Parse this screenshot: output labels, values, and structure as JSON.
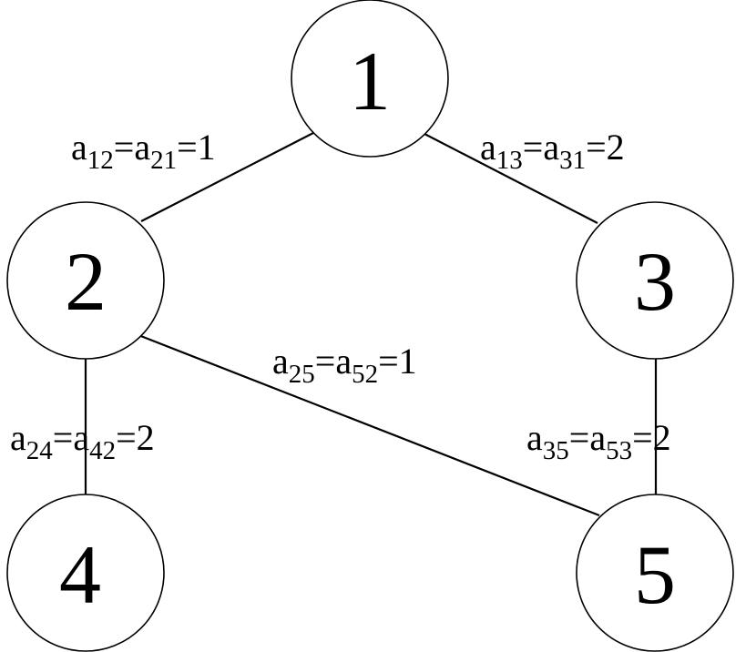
{
  "nodes": [
    {
      "id": "1",
      "label": "1"
    },
    {
      "id": "2",
      "label": "2"
    },
    {
      "id": "3",
      "label": "3"
    },
    {
      "id": "4",
      "label": "4"
    },
    {
      "id": "5",
      "label": "5"
    }
  ],
  "edges": [
    {
      "from": "1",
      "to": "2",
      "label": {
        "var1": "a",
        "sub1": "12",
        "eq1": "=",
        "var2": "a",
        "sub2": "21",
        "eq2": "=",
        "value": "1"
      }
    },
    {
      "from": "1",
      "to": "3",
      "label": {
        "var1": "a",
        "sub1": "13",
        "eq1": "=",
        "var2": "a",
        "sub2": "31",
        "eq2": "=",
        "value": "2"
      }
    },
    {
      "from": "2",
      "to": "5",
      "label": {
        "var1": "a",
        "sub1": "25",
        "eq1": "=",
        "var2": "a",
        "sub2": "52",
        "eq2": "=",
        "value": "1"
      }
    },
    {
      "from": "2",
      "to": "4",
      "label": {
        "var1": "a",
        "sub1": "24",
        "eq1": "=",
        "var2": "a",
        "sub2": "42",
        "eq2": "=",
        "value": "2"
      }
    },
    {
      "from": "3",
      "to": "5",
      "label": {
        "var1": "a",
        "sub1": "35",
        "eq1": "=",
        "var2": "a",
        "sub2": "53",
        "eq2": "=",
        "value": "2"
      }
    }
  ]
}
